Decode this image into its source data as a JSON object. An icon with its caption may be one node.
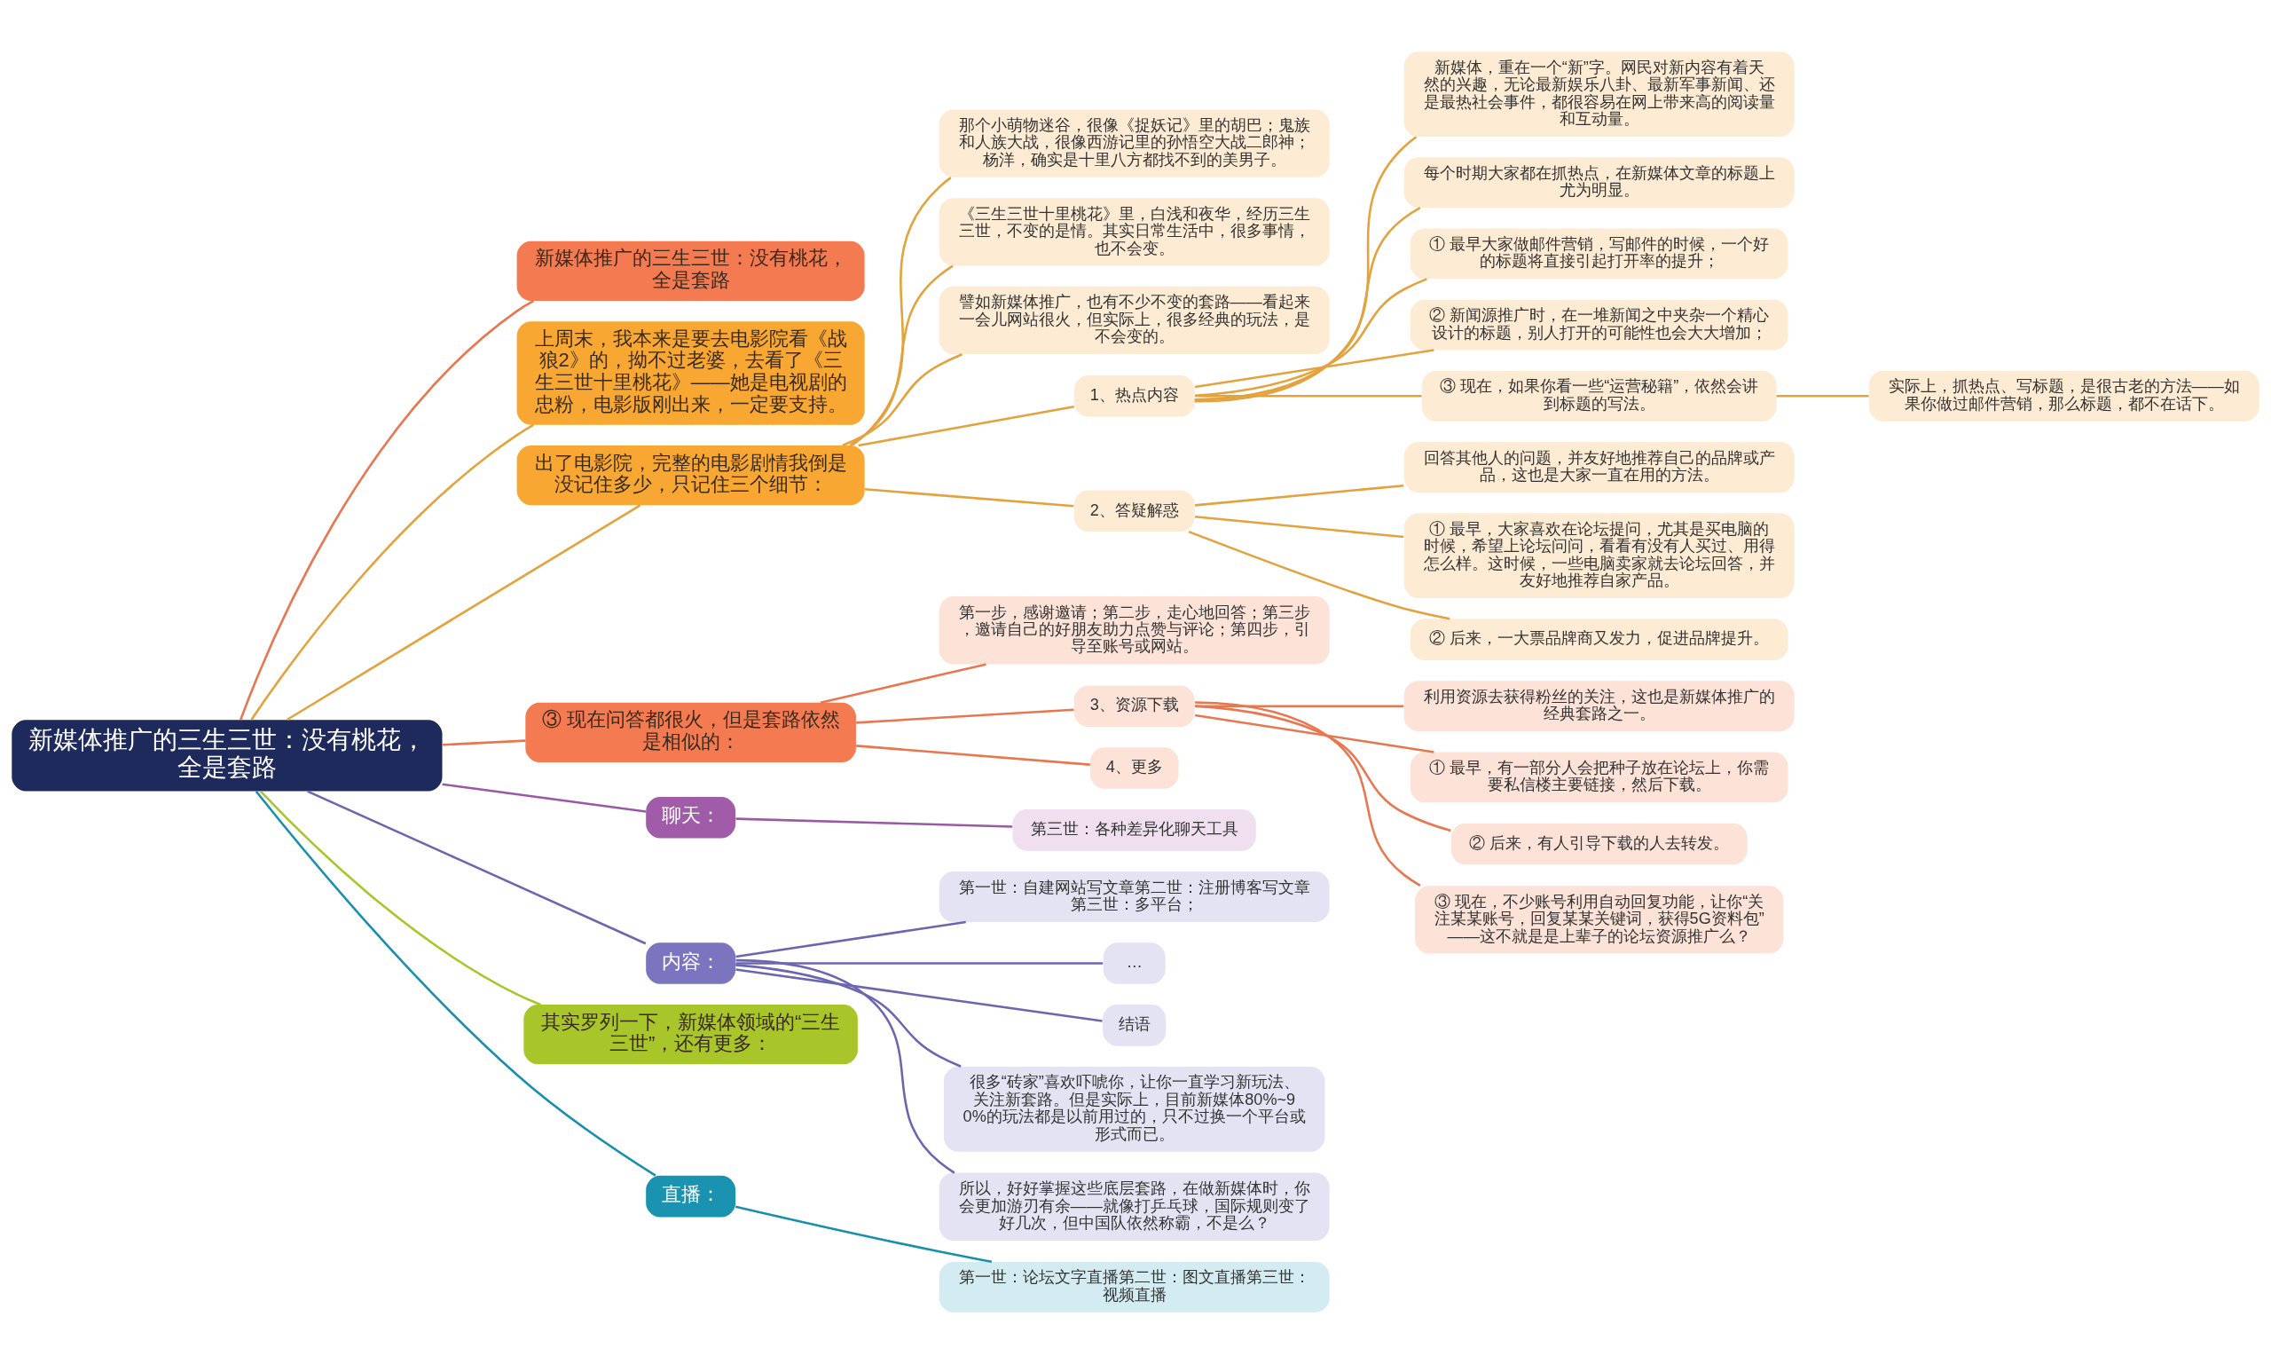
{
  "diagram": {
    "nodes": [
      {
        "text": [
          "新媒体推广的三生三世：没有桃花，全是套路"
        ]
      },
      {
        "text": [
          "新媒体推广的三生三世：没有桃花，全是套路"
        ]
      },
      {
        "text": [
          "上周末，我本来是要去电影院看《战狼2》的，拗不过老婆，去看了《三生三世十里桃花》——她是电视剧的忠粉，电影版刚出来，一定要支持。"
        ]
      },
      {
        "text": [
          "出了电影院，完整的电影剧情我倒是没记住多少，只记住三个细节："
        ]
      },
      {
        "text": [
          "那个小萌物迷谷，很像《捉妖记》里的胡巴；鬼族和人族大战，很像西游记里的孙悟空大战二郎神；杨洋，确实是十里八方都找不到的美男子。"
        ]
      },
      {
        "text": [
          "《三生三世十里桃花》里，白浅和夜华，经历三生三世，不变的是情。其实日常生活中，很多事情，也不会变。"
        ]
      },
      {
        "text": [
          "譬如新媒体推广，也有不少不变的套路——看起来一会儿网站很火，但实际上，很多经典的玩法，是不会变的。"
        ]
      },
      {
        "text": [
          "1、热点内容"
        ]
      },
      {
        "text": [
          "新媒体，重在一个“新”字。网民对新内容有着天然的兴趣，无论最新娱乐八卦、最新军事新闻、还是最热社会事件，都很容易在网上带来高的阅读量和互动量。"
        ]
      },
      {
        "text": [
          "每个时期大家都在抓热点，在新媒体文章的标题上尤为明显。"
        ]
      },
      {
        "text": [
          "① 最早大家做邮件营销，写邮件的时候，一个好的标题将直接引起打开率的提升；"
        ]
      },
      {
        "text": [
          "② 新闻源推广时，在一堆新闻之中夹杂一个精心设计的标题，别人打开的可能性也会大大增加；"
        ]
      },
      {
        "text": [
          "③ 现在，如果你看一些“运营秘籍”，依然会讲到标题的写法。"
        ]
      },
      {
        "text": [
          "实际上，抓热点、写标题，是很古老的方法——如果你做过邮件营销，那么标题，都不在话下。"
        ]
      },
      {
        "text": [
          "2、答疑解惑"
        ]
      },
      {
        "text": [
          "回答其他人的问题，并友好地推荐自己的品牌或产品，这也是大家一直在用的方法。"
        ]
      },
      {
        "text": [
          "① 最早，大家喜欢在论坛提问，尤其是买电脑的时候，希望上论坛问问，看看有没有人买过、用得怎么样。这时候，一些电脑卖家就去论坛回答，并友好地推荐自家产品。"
        ]
      },
      {
        "text": [
          "② 后来，一大票品牌商又发力，促进品牌提升。"
        ]
      },
      {
        "text": [
          "③ 现在问答都很火，但是套路依然是相似的："
        ]
      },
      {
        "text": [
          "第一步，感谢邀请；第二步，走心地回答；第三步，邀请自己的好朋友助力点赞与评论；第四步，引导至账号或网站。"
        ]
      },
      {
        "text": [
          "3、资源下载"
        ]
      },
      {
        "text": [
          "利用资源去获得粉丝的关注，这也是新媒体推广的经典套路之一。"
        ]
      },
      {
        "text": [
          "① 最早，有一部分人会把种子放在论坛上，你需要私信楼主要链接，然后下载。"
        ]
      },
      {
        "text": [
          "② 后来，有人引导下载的人去转发。"
        ]
      },
      {
        "text": [
          "③ 现在，不少账号利用自动回复功能，让你“关注某某账号，回复某某关键词，获得5G资料包”——这不就是是上辈子的论坛资源推广么？"
        ]
      },
      {
        "text": [
          "4、更多"
        ]
      },
      {
        "text": [
          "聊天："
        ]
      },
      {
        "text": [
          "第三世：各种差异化聊天工具"
        ]
      },
      {
        "text": [
          "内容："
        ]
      },
      {
        "text": [
          "第一世：自建网站写文章第二世：注册博客写文章第三世：多平台；"
        ]
      },
      {
        "text": [
          "…"
        ]
      },
      {
        "text": [
          "结语"
        ]
      },
      {
        "text": [
          "很多“砖家”喜欢吓唬你，让你一直学习新玩法、关注新套路。但是实际上，目前新媒体80%~90%的玩法都是以前用过的，只不过换一个平台或形式而已。"
        ]
      },
      {
        "text": [
          "所以，好好掌握这些底层套路，在做新媒体时，你会更加游刃有余——就像打乒乓球，国际规则变了好几次，但中国队依然称霸，不是么？"
        ]
      },
      {
        "text": [
          "其实罗列一下，新媒体领域的“三生三世”，还有更多："
        ]
      },
      {
        "text": [
          "直播："
        ]
      },
      {
        "text": [
          "第一世：论坛文字直播第二世：图文直播第三世：视频直播"
        ]
      }
    ],
    "edges": [
      {
        "from": 0,
        "to": 1,
        "arrow": "none",
        "color": "#e8774f"
      },
      {
        "from": 0,
        "to": 2,
        "arrow": "none"
      },
      {
        "from": 0,
        "to": 3,
        "arrow": "none"
      },
      {
        "from": 3,
        "to": 4,
        "arrow": "none"
      },
      {
        "from": 3,
        "to": 5,
        "arrow": "none"
      },
      {
        "from": 3,
        "to": 6,
        "arrow": "none"
      },
      {
        "from": 3,
        "to": 7,
        "arrow": "none"
      },
      {
        "from": 7,
        "to": 8,
        "arrow": "none"
      },
      {
        "from": 7,
        "to": 9,
        "arrow": "none"
      },
      {
        "from": 7,
        "to": 10,
        "arrow": "none"
      },
      {
        "from": 7,
        "to": 11,
        "arrow": "none"
      },
      {
        "from": 7,
        "to": 12,
        "arrow": "none"
      },
      {
        "from": 12,
        "to": 13,
        "arrow": "none"
      },
      {
        "from": 3,
        "to": 14,
        "arrow": "none"
      },
      {
        "from": 14,
        "to": 15,
        "arrow": "none"
      },
      {
        "from": 14,
        "to": 16,
        "arrow": "none"
      },
      {
        "from": 14,
        "to": 17,
        "arrow": "none"
      },
      {
        "from": 0,
        "to": 18,
        "arrow": "none",
        "color": "#e8774f"
      },
      {
        "from": 18,
        "to": 19,
        "arrow": "none",
        "color": "#e8774f"
      },
      {
        "from": 18,
        "to": 20,
        "arrow": "none",
        "color": "#e8774f"
      },
      {
        "from": 20,
        "to": 21,
        "arrow": "none",
        "color": "#e8774f"
      },
      {
        "from": 20,
        "to": 22,
        "arrow": "none",
        "color": "#e8774f"
      },
      {
        "from": 20,
        "to": 23,
        "arrow": "none",
        "color": "#e8774f"
      },
      {
        "from": 20,
        "to": 24,
        "arrow": "none",
        "color": "#e8774f"
      },
      {
        "from": 18,
        "to": 25,
        "arrow": "none",
        "color": "#e8774f"
      },
      {
        "from": 0,
        "to": 26,
        "arrow": "none",
        "color": "#9a5aa3"
      },
      {
        "from": 26,
        "to": 27,
        "arrow": "none",
        "color": "#9a5aa3"
      },
      {
        "from": 0,
        "to": 28,
        "arrow": "none",
        "color": "#6b66b0"
      },
      {
        "from": 28,
        "to": 29,
        "arrow": "none",
        "color": "#6b66b0"
      },
      {
        "from": 28,
        "to": 30,
        "arrow": "none",
        "color": "#6b66b0"
      },
      {
        "from": 28,
        "to": 31,
        "arrow": "none",
        "color": "#6b66b0"
      },
      {
        "from": 28,
        "to": 32,
        "arrow": "none",
        "color": "#6b66b0"
      },
      {
        "from": 28,
        "to": 33,
        "arrow": "none",
        "color": "#6b66b0"
      },
      {
        "from": 0,
        "to": 34,
        "arrow": "none",
        "color": "#a8c62a"
      },
      {
        "from": 0,
        "to": 35,
        "arrow": "none",
        "color": "#1a8fad"
      },
      {
        "from": 35,
        "to": 36,
        "arrow": "none",
        "color": "#1a8fad"
      }
    ]
  }
}
